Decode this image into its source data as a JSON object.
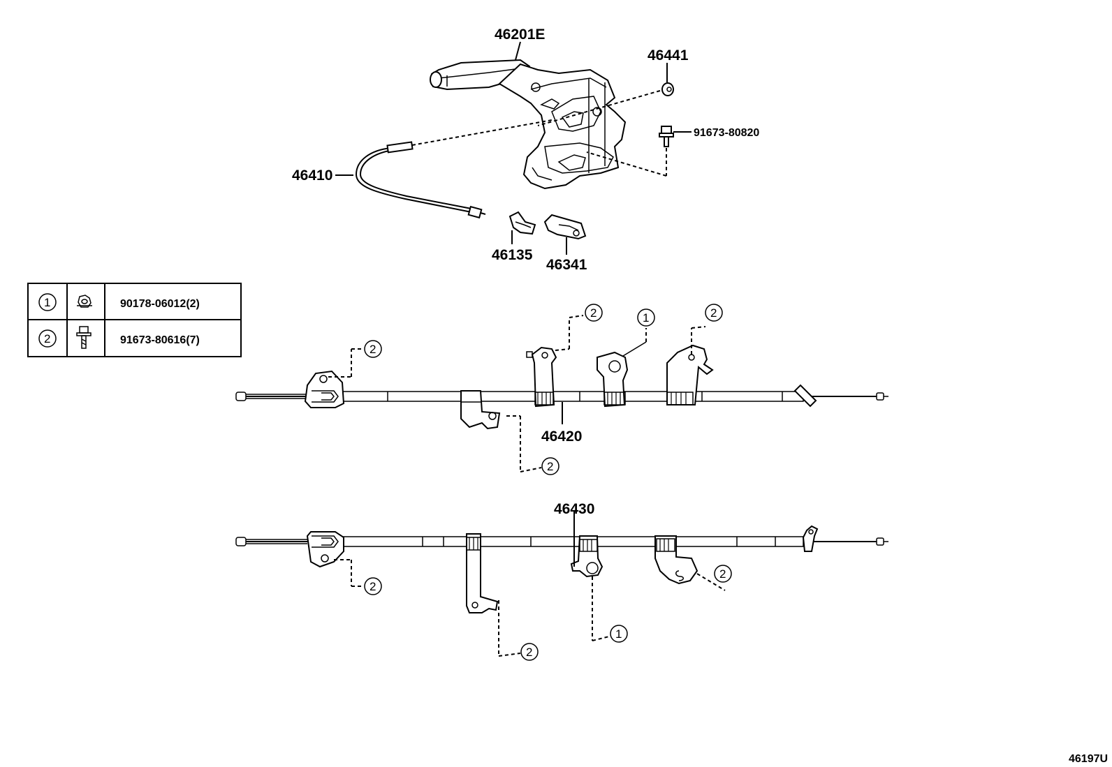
{
  "diagram_id": "46197U",
  "parts": {
    "lever": "46201E",
    "nut_cap": "46441",
    "bolt": "91673-80820",
    "front_cable": "46410",
    "clip_a": "46135",
    "clip_b": "46341",
    "rear_cable_upper": "46420",
    "rear_cable_lower": "46430"
  },
  "legend": {
    "rows": [
      {
        "ref": "1",
        "icon": "nut-icon",
        "part": "90178-06012(2)"
      },
      {
        "ref": "2",
        "icon": "bolt-icon",
        "part": "91673-80616(7)"
      }
    ]
  },
  "callouts": {
    "c1": "1",
    "c2": "2"
  }
}
